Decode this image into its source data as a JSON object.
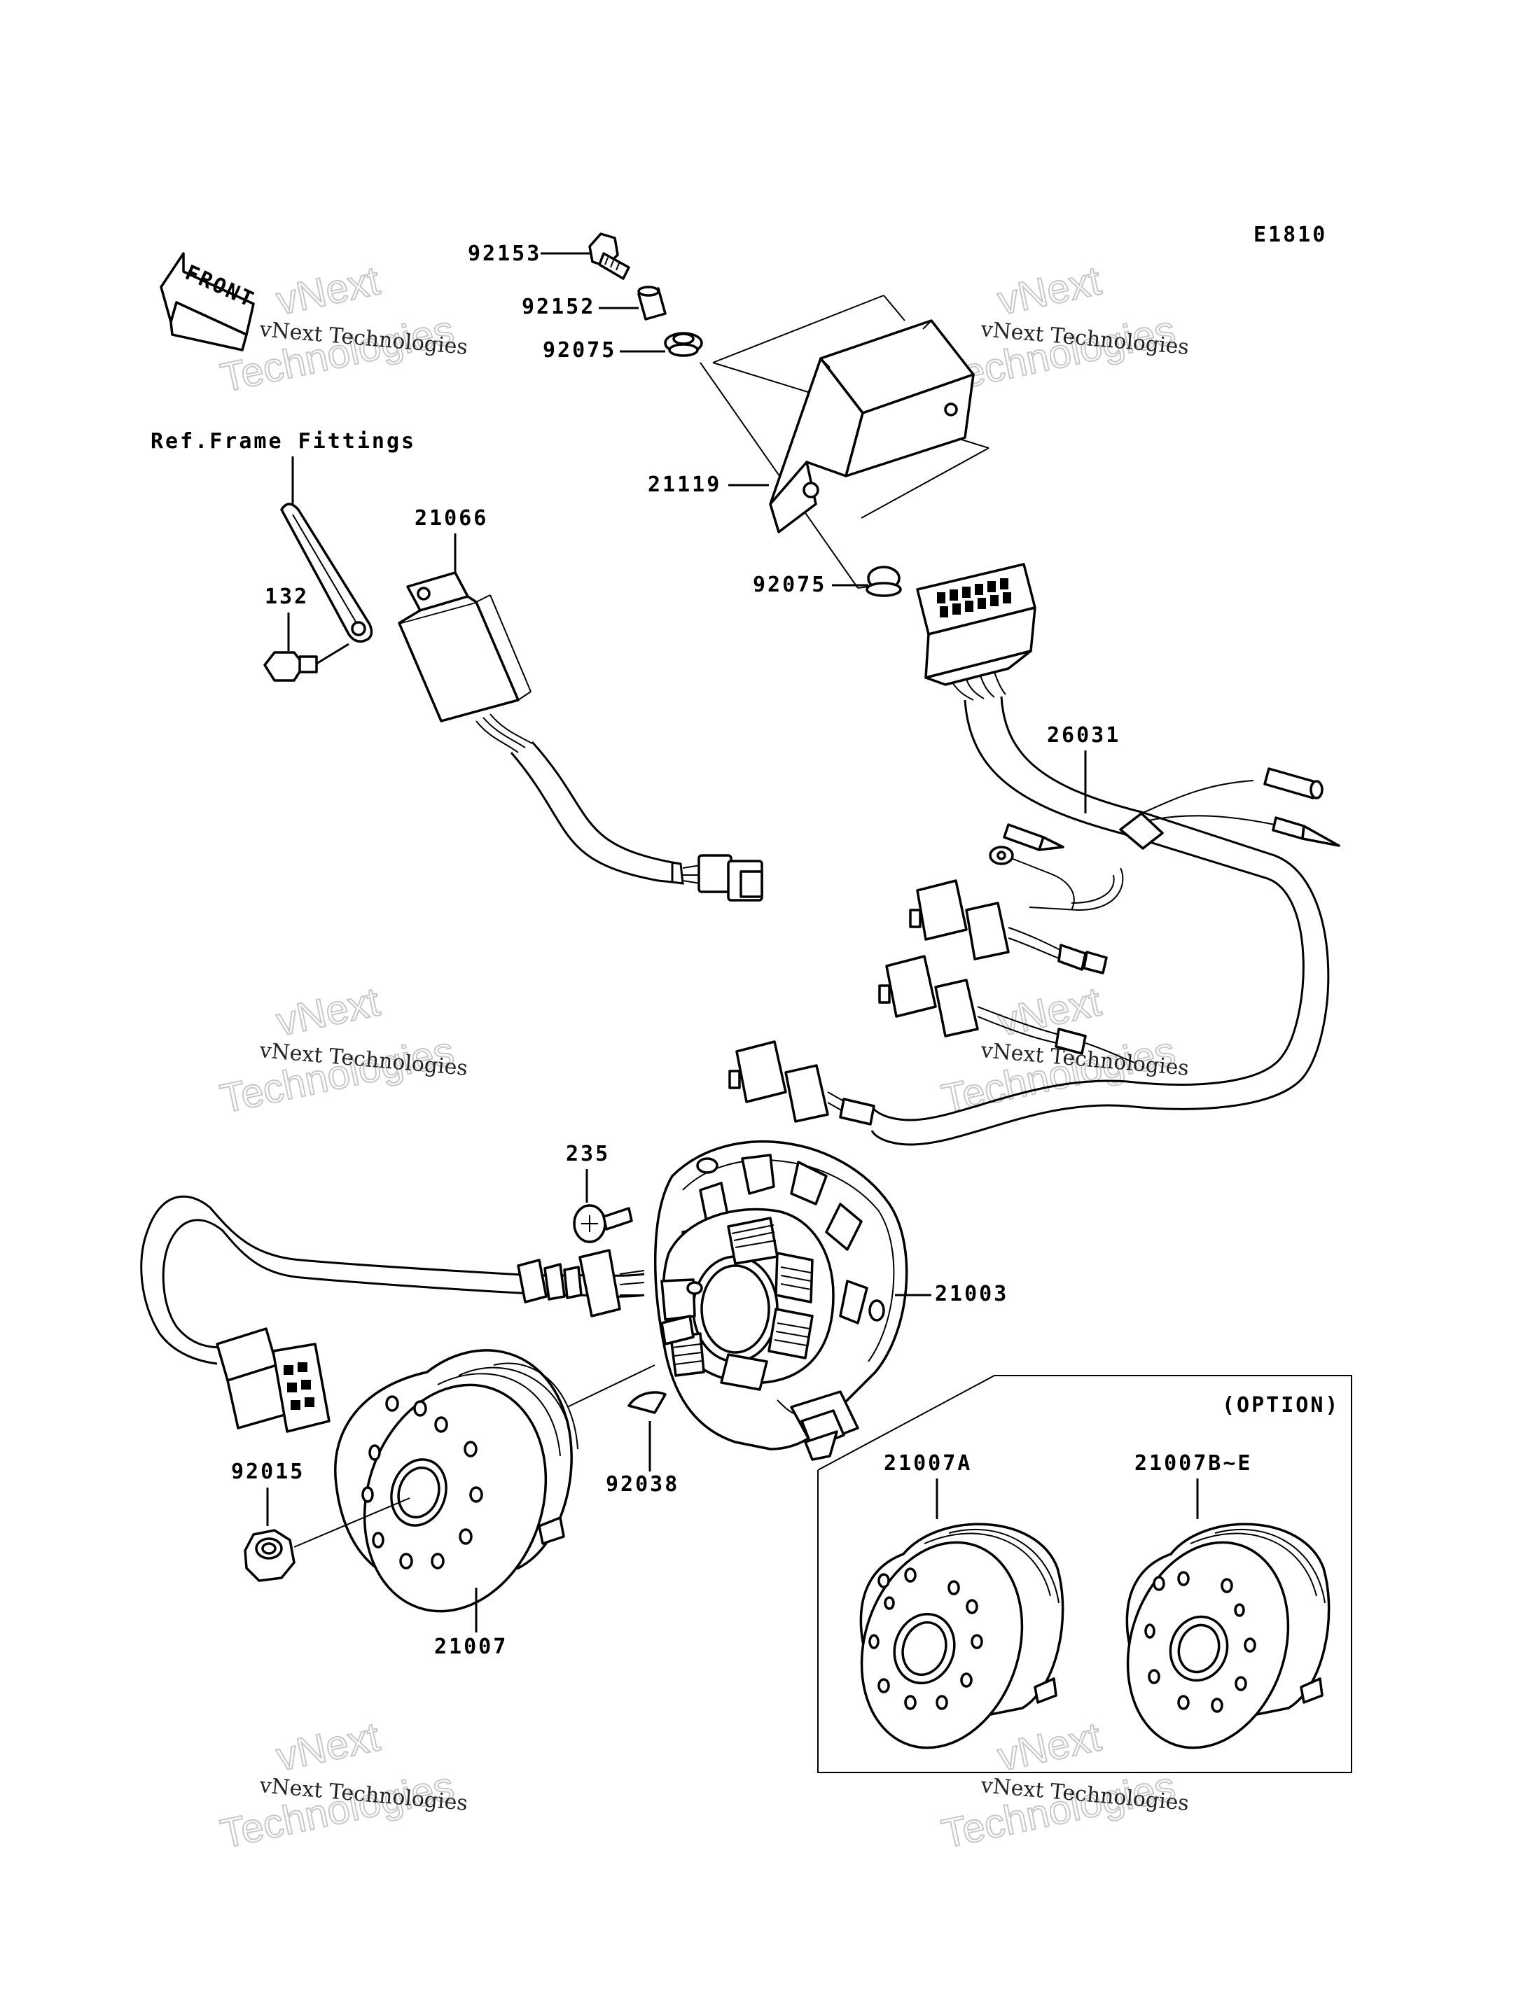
{
  "diagram_code": "E1810",
  "front_label": "FRONT",
  "ref_label": "Ref.Frame Fittings",
  "option_label": "(OPTION)",
  "parts": {
    "p92153": "92153",
    "p92152": "92152",
    "p92075_top": "92075",
    "p21119": "21119",
    "p92075_bottom": "92075",
    "p21066": "21066",
    "p132": "132",
    "p26031": "26031",
    "p235": "235",
    "p21003": "21003",
    "p92038": "92038",
    "p92015": "92015",
    "p21007": "21007",
    "p21007A": "21007A",
    "p21007BE": "21007B~E"
  },
  "watermark": {
    "line1": "vNext Technologies",
    "line2": "vNext",
    "line3": "Technologies"
  }
}
